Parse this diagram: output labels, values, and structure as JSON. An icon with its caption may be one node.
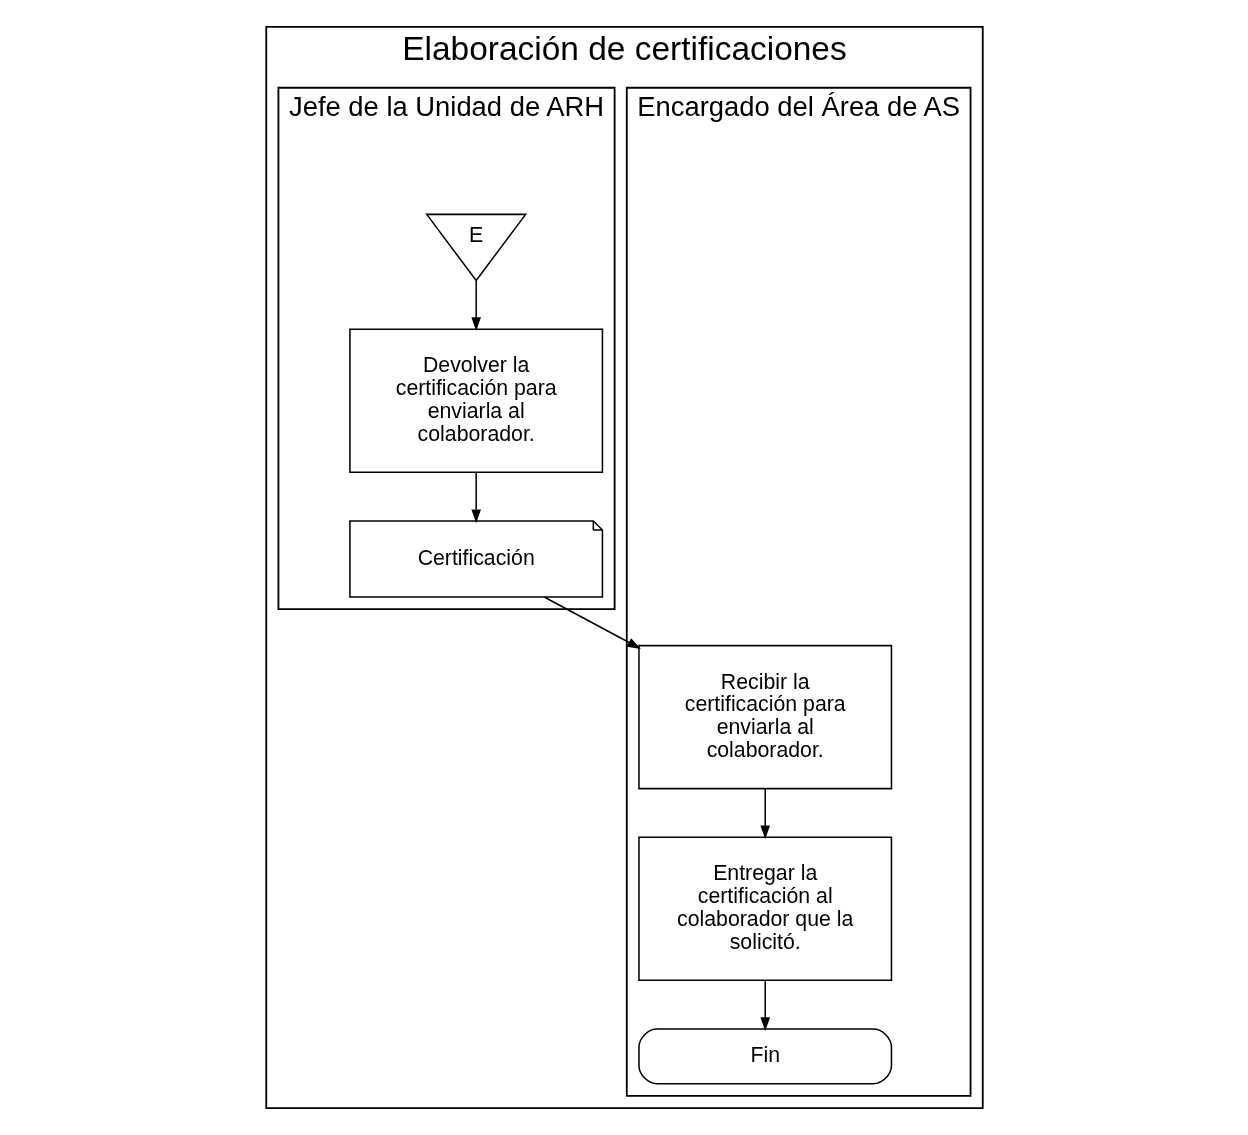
{
  "diagram": {
    "nodes": [
      {
        "text": [
          "Elaboración de certificaciones"
        ]
      },
      {
        "text": [
          "Encargado del Área de AS"
        ],
        "in": 0
      },
      {
        "text": [
          "Jefe de la Unidad de ARH"
        ],
        "in": 0
      },
      {
        "text": [
          "E"
        ],
        "in": 2
      },
      {
        "text": [
          "Devolver la certificación para enviarla al colaborador."
        ],
        "in": 2
      },
      {
        "text": [
          "Certificación"
        ],
        "in": 2
      },
      {
        "text": [
          "Recibir la certificación para enviarla al colaborador."
        ],
        "in": 1
      },
      {
        "text": [
          "Entregar la certificación al colaborador que la solicitó."
        ],
        "in": 1
      },
      {
        "text": [
          "Fin"
        ],
        "in": 1
      }
    ],
    "edges": [
      {
        "from": 3,
        "to": 4,
        "arrow": "to"
      },
      {
        "from": 4,
        "to": 5,
        "arrow": "to"
      },
      {
        "from": 5,
        "to": 6,
        "arrow": "to"
      },
      {
        "from": 6,
        "to": 7,
        "arrow": "to"
      },
      {
        "from": 7,
        "to": 8,
        "arrow": "to"
      }
    ]
  }
}
